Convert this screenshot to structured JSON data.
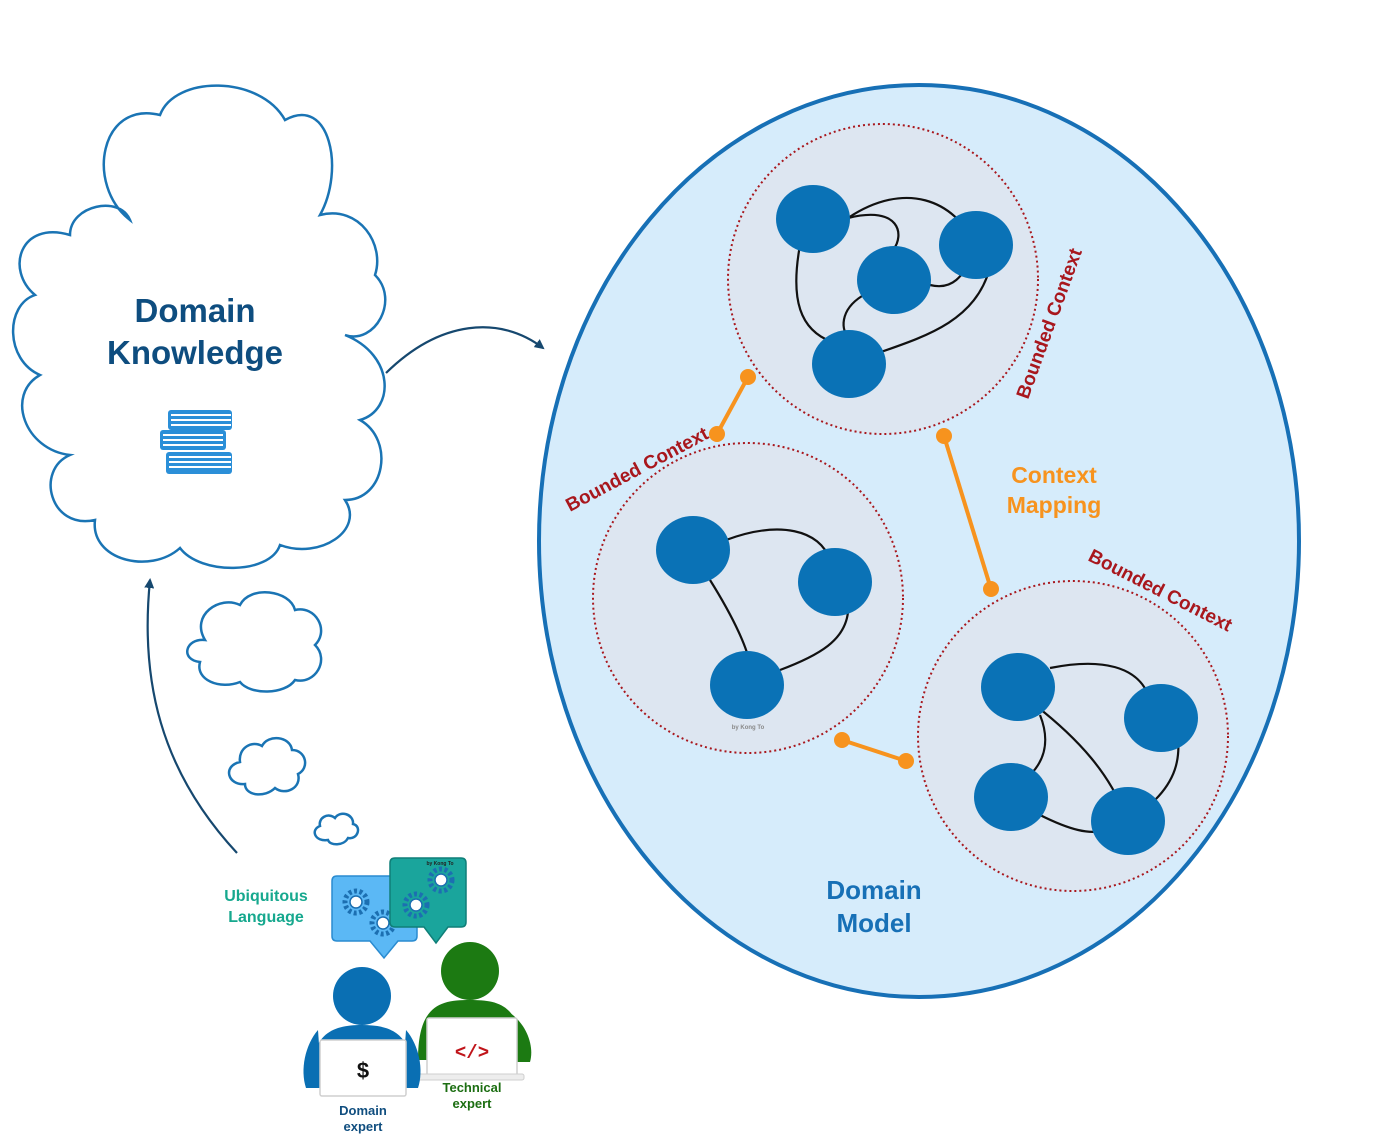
{
  "domain_knowledge": {
    "line1": "Domain",
    "line2": "Knowledge"
  },
  "domain_model": {
    "line1": "Domain",
    "line2": "Model"
  },
  "context_mapping": {
    "line1": "Context",
    "line2": "Mapping"
  },
  "bounded_contexts": [
    {
      "label": "Bounded Context"
    },
    {
      "label": "Bounded Context"
    },
    {
      "label": "Bounded Context"
    }
  ],
  "ubiquitous_language": {
    "line1": "Ubiquitous",
    "line2": "Language"
  },
  "domain_expert": {
    "line1": "Domain",
    "line2": "expert",
    "screen_symbol": "$"
  },
  "technical_expert": {
    "line1": "Technical",
    "line2": "expert",
    "screen_symbol": "</>"
  },
  "watermarks": {
    "left_context": "by Kong To",
    "speech_bubble": "by Kong To"
  },
  "colors": {
    "domain_model_fill": "#d6ecfb",
    "domain_model_stroke": "#1770b6",
    "node": "#0a72b6",
    "bounded_context_border": "#a8171d",
    "context_mapping": "#f7931e",
    "ubiquitous_language": "#16a88e",
    "technical_expert": "#1c6e12"
  },
  "icons": [
    "books-icon",
    "gears-icon",
    "person-icon",
    "laptop-icon"
  ]
}
